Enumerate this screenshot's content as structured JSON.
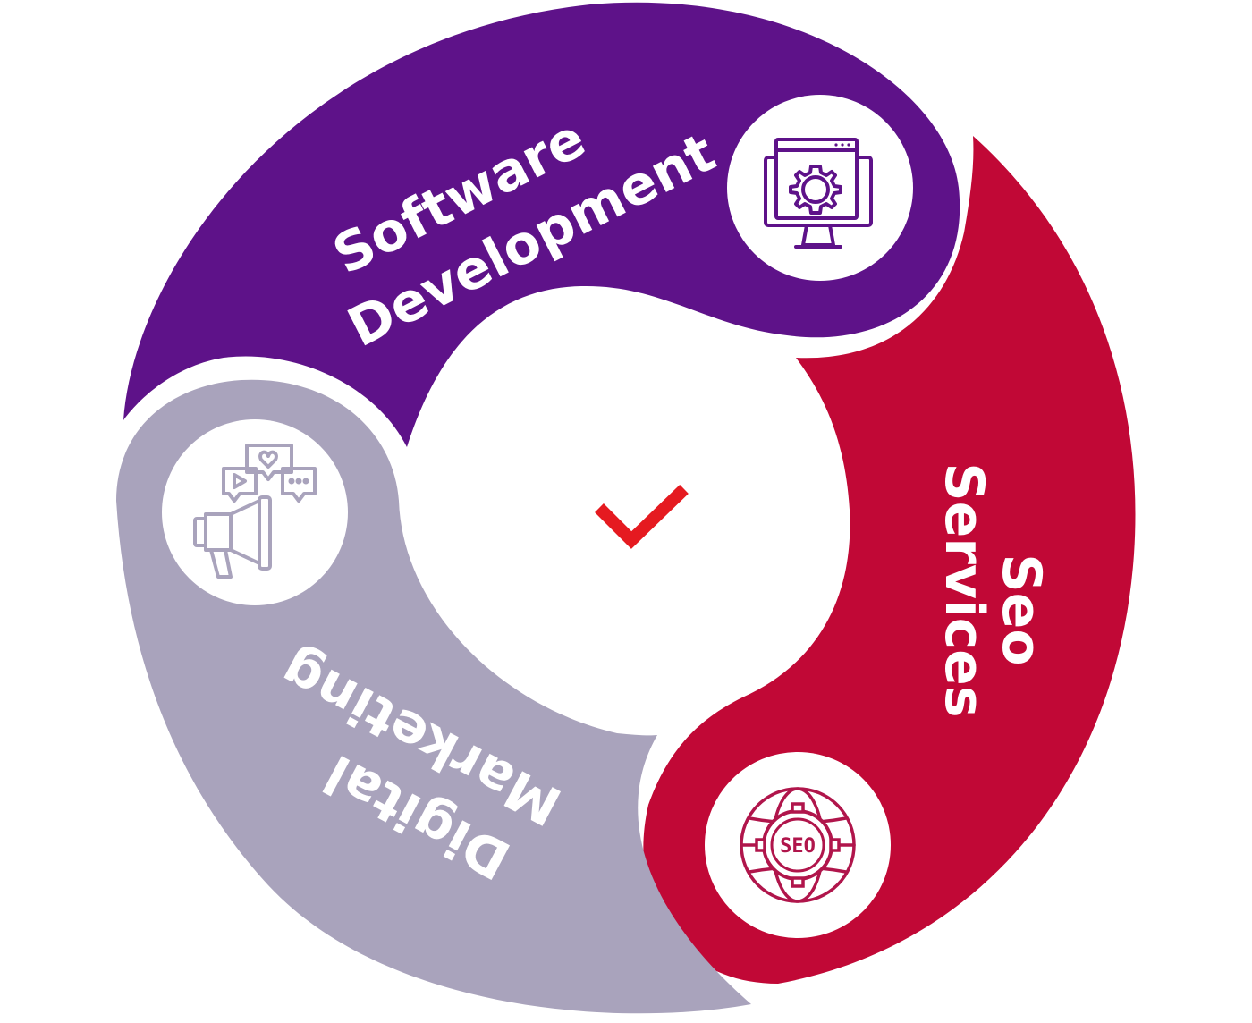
{
  "diagram": {
    "segments": [
      {
        "id": "software-development",
        "lines": [
          "Software",
          "Development"
        ],
        "color": "#5e1289",
        "icon": "monitor-gear-icon"
      },
      {
        "id": "seo-services",
        "lines": [
          "Seo",
          "Services"
        ],
        "color": "#c10836",
        "icon": "seo-globe-icon",
        "icon_text": "SEO"
      },
      {
        "id": "digital-marketing",
        "lines": [
          "Digital",
          "Marketing"
        ],
        "color": "#a9a3bc",
        "icon": "megaphone-social-icon"
      }
    ],
    "center_icon": "checkmark-icon",
    "center_color": "#e51a20"
  }
}
